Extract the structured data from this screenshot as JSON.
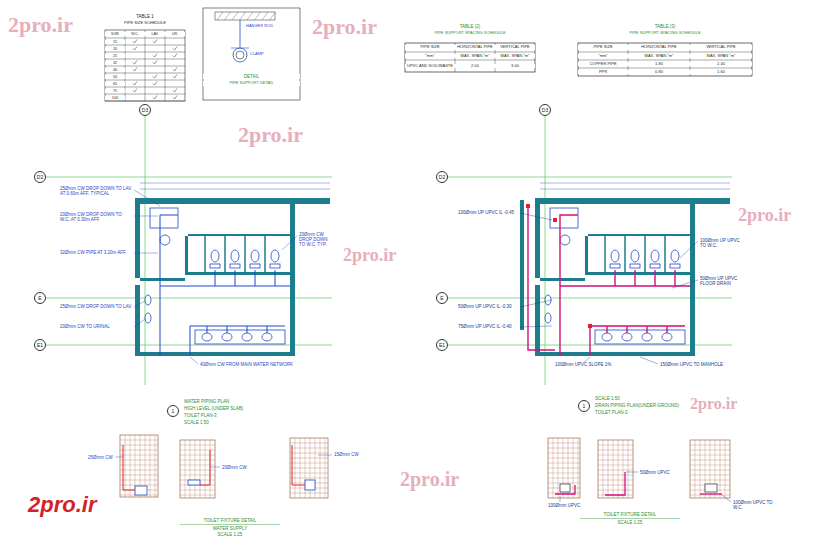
{
  "diagram": {
    "nodes": [
      {
        "text": [
          "D3"
        ]
      },
      {
        "text": [
          "D2"
        ]
      },
      {
        "text": [
          "E"
        ]
      },
      {
        "text": [
          "E1"
        ]
      },
      {
        "text": [
          "D3"
        ]
      },
      {
        "text": [
          "D2"
        ]
      },
      {
        "text": [
          "E"
        ]
      },
      {
        "text": [
          "E1"
        ]
      },
      {
        "text": [
          "1"
        ]
      },
      {
        "text": [
          "1"
        ]
      }
    ],
    "labels": [
      "2pro.ir",
      "2pro.ir",
      "2pro.ir",
      "2pro.ir",
      "2pro.ir",
      "2pro.ir",
      "2pro.ir",
      "2pro.ir",
      "TABLE 1",
      "PIPE SIZE SCHEDULE",
      "SIZE",
      "W.C.",
      "LAV.",
      "UR.",
      "15",
      "20",
      "25",
      "32",
      "40",
      "50",
      "65",
      "75",
      "100",
      "HANGER ROD",
      "CLAMP",
      "DETAIL",
      "PIPE SUPPORT DETAIL",
      "TABLE (2)",
      "PIPE SUPPORT SPACING SCHEDULE",
      "PIPE SIZE",
      "HORIZONTAL PIPE",
      "VERTICAL PIPE",
      "\"mm\"",
      "MAX. SPAN \"m\"",
      "MAX. SPAN \"m\"",
      "UPVC AND SOIL/WASTE",
      "2.00",
      "3.00",
      "TABLE (3)",
      "PIPE SUPPORT SPACING SCHEDULE",
      "PIPE SIZE",
      "HORIZONTAL PIPE",
      "VERTICAL PIPE",
      "\"mm\"",
      "MAX. SPAN \"m\"",
      "MAX. SPAN \"m\"",
      "COPPER PIPE",
      "1.80",
      "2.40",
      "PPR",
      "0.80",
      "1.60",
      "25Ømm CW DROP DOWN TO LAV. AT 0.60m AFF. TYPICAL",
      "20Ømm CW DROP DOWN TO W.C. AT 0.30m AFF.",
      "32Ømm CW PIPE AT 3.20m AFF.",
      "25Ømm CW DROP DOWN TO LAV.",
      "20Ømm CW TO URINAL",
      "20Ømm CW DROP DOWN TO W.C. TYP.",
      "40Ømm CW FROM MAIN WATER NETWORK",
      "100Ømm UP UPVC IL -0.45",
      "50Ømm UP UPVC IL -0.30",
      "75Ømm UP UPVC IL -0.40",
      "100Ømm UP UPVC TO W.C.",
      "50Ømm UP UPVC FLOOR DRAIN",
      "100Ømm UPVC SLOPE 1%",
      "150Ømm UPVC TO MANHOLE",
      "WATER PIPING PLAN",
      "HIGH LEVEL (UNDER SLAB)",
      "TOILET PLAN-3",
      "SCALE 1:50",
      "SCALE 1:50",
      "DRAIN PIPING PLAN(UNDER-GROUND)",
      "TOILET PLAN-3",
      "25Ømm CW",
      "20Ømm CW",
      "15Ømm CW",
      "TOILET FIXTURE DETAIL",
      "WATER SUPPLY",
      "SCALE 1:25",
      "100Ømm UPVC",
      "50Ømm UPVC",
      "100Ømm UPVC TO W.C.",
      "TOILET FIXTURE DETAIL",
      "SCALE 1:25"
    ]
  }
}
